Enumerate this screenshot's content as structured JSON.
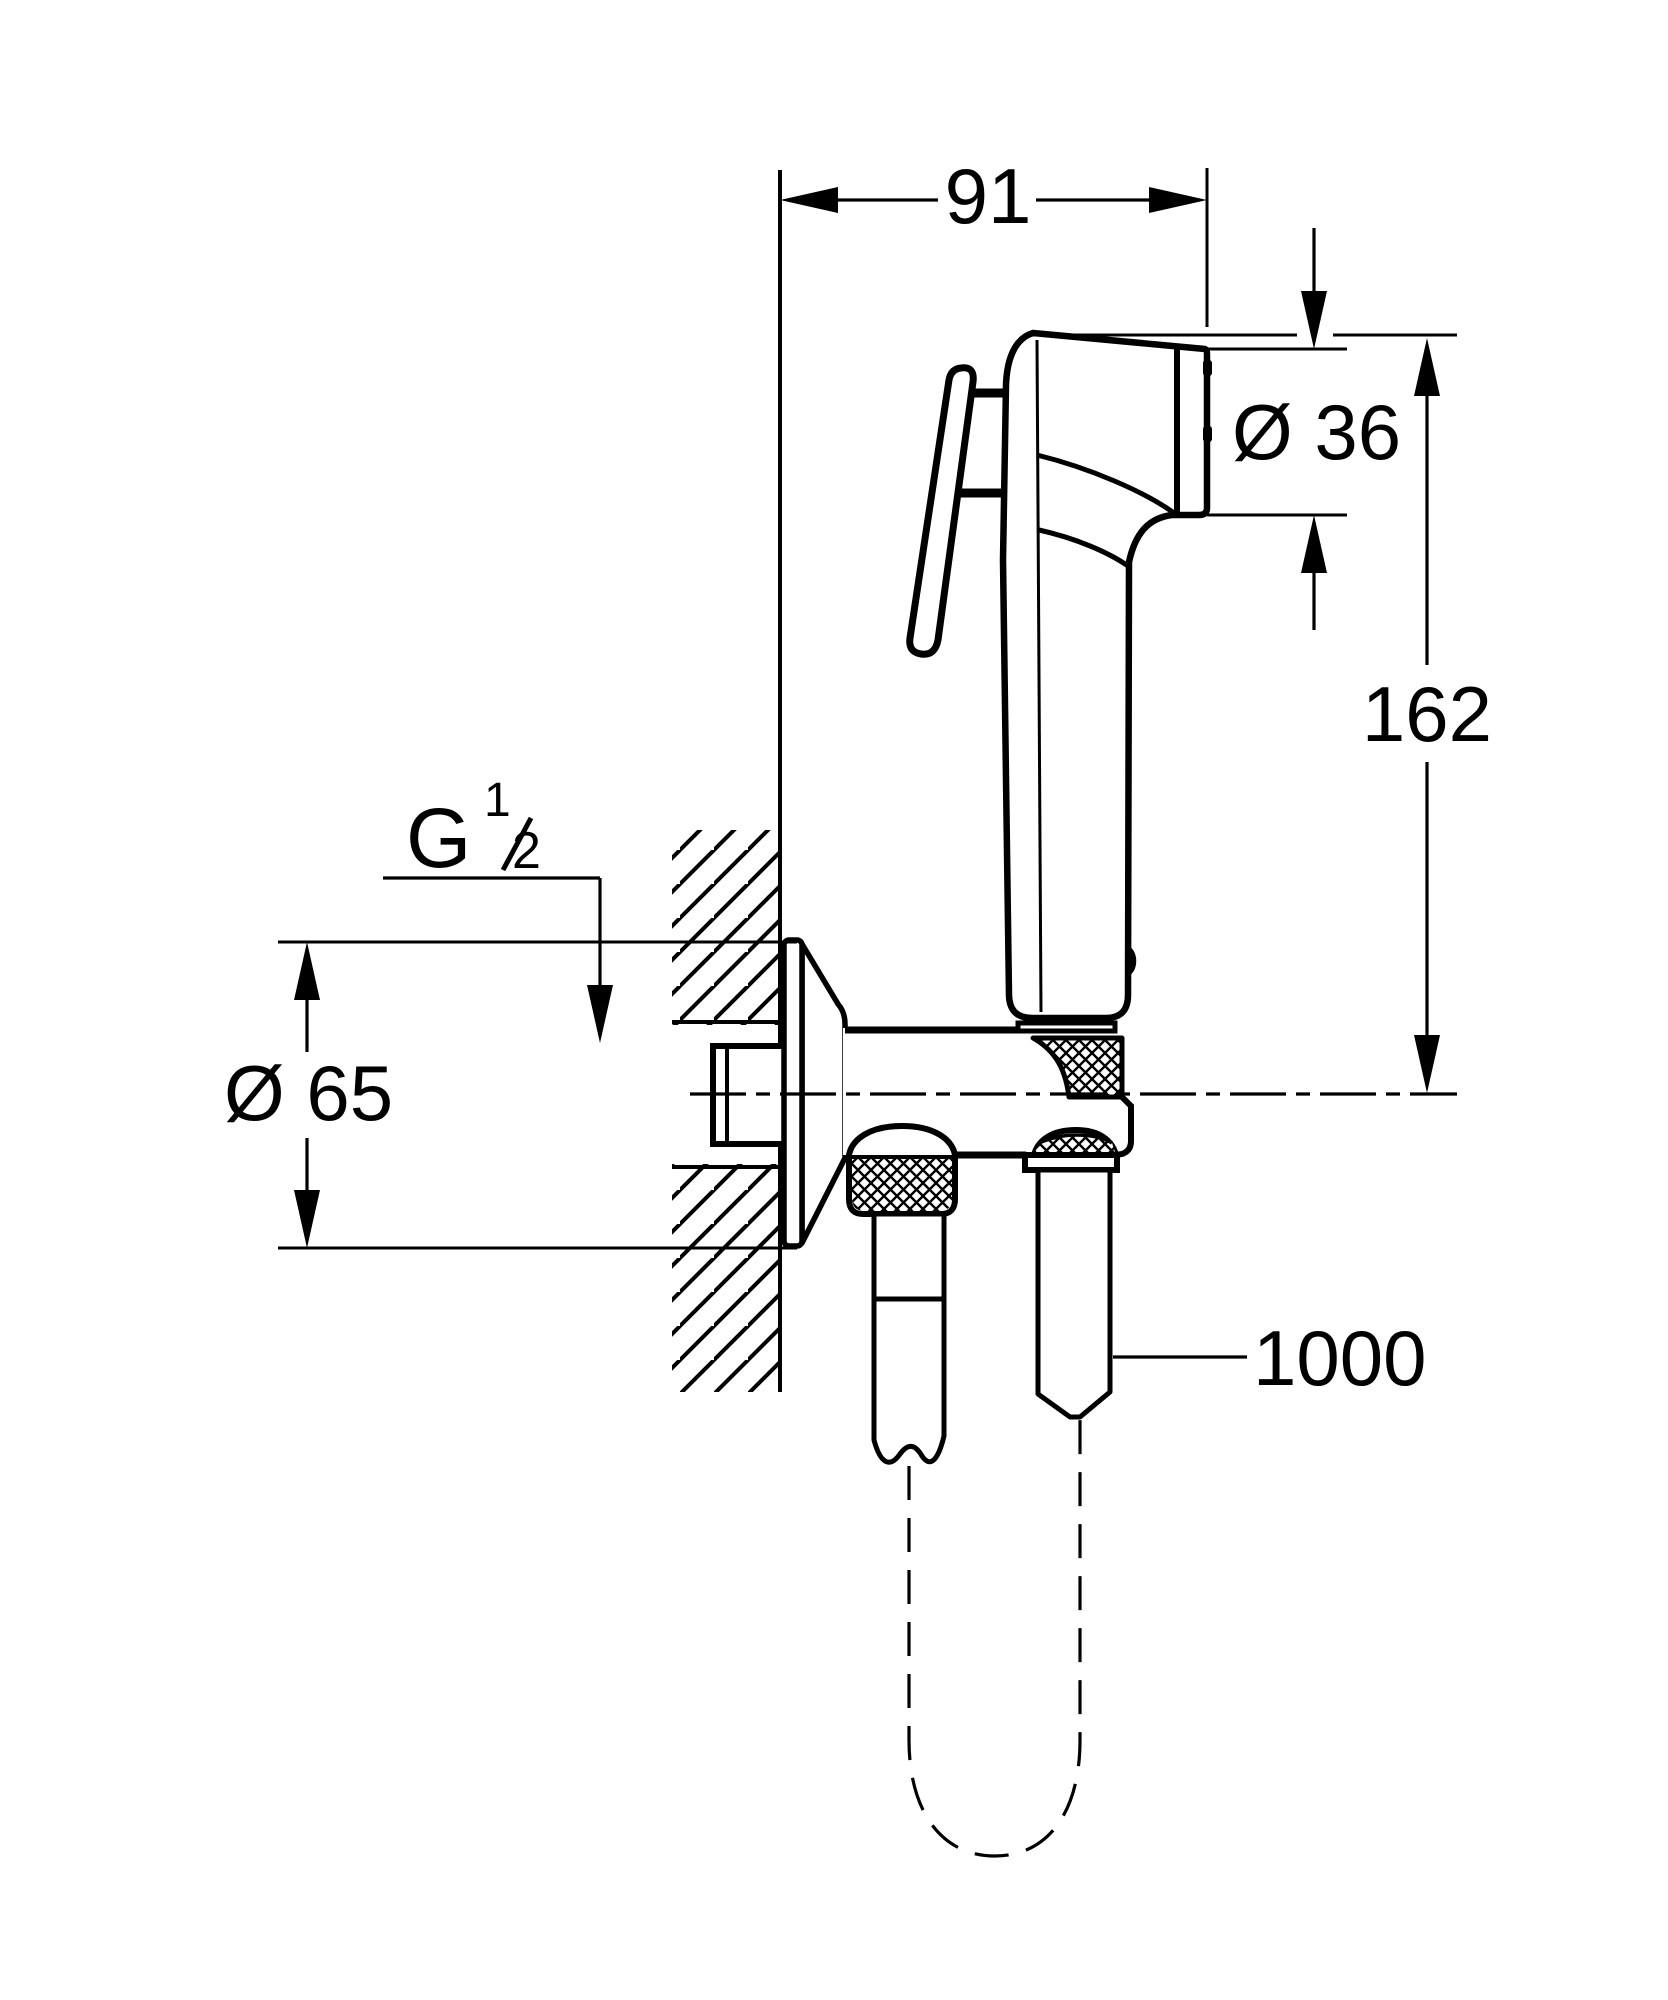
{
  "drawing": {
    "background": "#ffffff",
    "ink": "#000000",
    "dimensions": {
      "top_width": "91",
      "head_diameter": "Ø 36",
      "overall_height": "162",
      "thread_letter": "G",
      "thread_numerator": "1",
      "thread_denominator": "2",
      "flange_diameter": "Ø 65",
      "hose_length": "1000"
    }
  }
}
